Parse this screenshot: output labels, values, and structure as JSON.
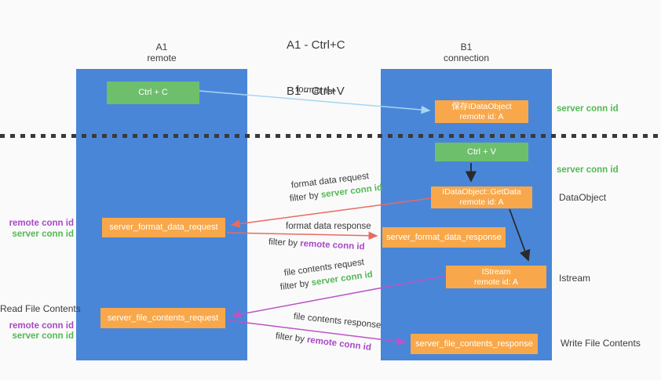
{
  "title": {
    "line1": "A1 - Ctrl+C",
    "line2": "B1 - Ctrl+V"
  },
  "lifelines": {
    "left": {
      "name": "A1",
      "role": "remote"
    },
    "right": {
      "name": "B1",
      "role": "connection"
    }
  },
  "nodes": {
    "ctrl_c": {
      "label": "Ctrl + C"
    },
    "save_idataobject": {
      "line1": "保存IDataObject",
      "line2": "remote id: A"
    },
    "ctrl_v": {
      "label": "Ctrl + V"
    },
    "getdata": {
      "line1": "IDataObject::GetData",
      "line2": "remote id: A"
    },
    "format_request": {
      "label": "server_format_data_request"
    },
    "format_response": {
      "label": "server_format_data_response"
    },
    "istream": {
      "line1": "IStream",
      "line2": "remote id: A"
    },
    "file_request": {
      "label": "server_file_contents_request"
    },
    "file_response": {
      "label": "server_file_contents_response"
    }
  },
  "messages": {
    "format_list": {
      "label": "format list"
    },
    "format_data_request": {
      "label": "format data request",
      "filter": {
        "prefix": "filter by ",
        "key": "server conn id"
      }
    },
    "format_data_response": {
      "label": "format data response",
      "filter": {
        "prefix": "filter by ",
        "key": "remote conn id"
      }
    },
    "file_contents_request": {
      "label": "file contents request",
      "filter": {
        "prefix": "filter by ",
        "key": "server conn id"
      }
    },
    "file_contents_response": {
      "label": "file contents response",
      "filter": {
        "prefix": "filter by ",
        "key": "remote conn id"
      }
    }
  },
  "side_labels": {
    "server_conn_id_top": "server conn id",
    "server_conn_id_mid": "server conn id",
    "dataobject": "DataObject",
    "istream": "Istream",
    "write_file_contents": "Write File Contents",
    "read_file_contents": "Read File Contents",
    "left_remote_conn_id_1": "remote conn id",
    "left_server_conn_id_1": "server conn id",
    "left_remote_conn_id_2": "remote conn id",
    "left_server_conn_id_2": "server conn id"
  },
  "colors": {
    "lifeline_blue": "#4a86d8",
    "action_green": "#6dbf6b",
    "message_orange": "#f8a84a",
    "arrow_red": "#e96a60",
    "arrow_purple": "#bb54c6",
    "arrow_lightblue": "#a6d6f2",
    "arrow_black": "#2a2a2a",
    "text_green": "#53b953",
    "text_purple": "#a948c6",
    "text_dark": "#3b3b3b",
    "background": "#fafafa"
  }
}
